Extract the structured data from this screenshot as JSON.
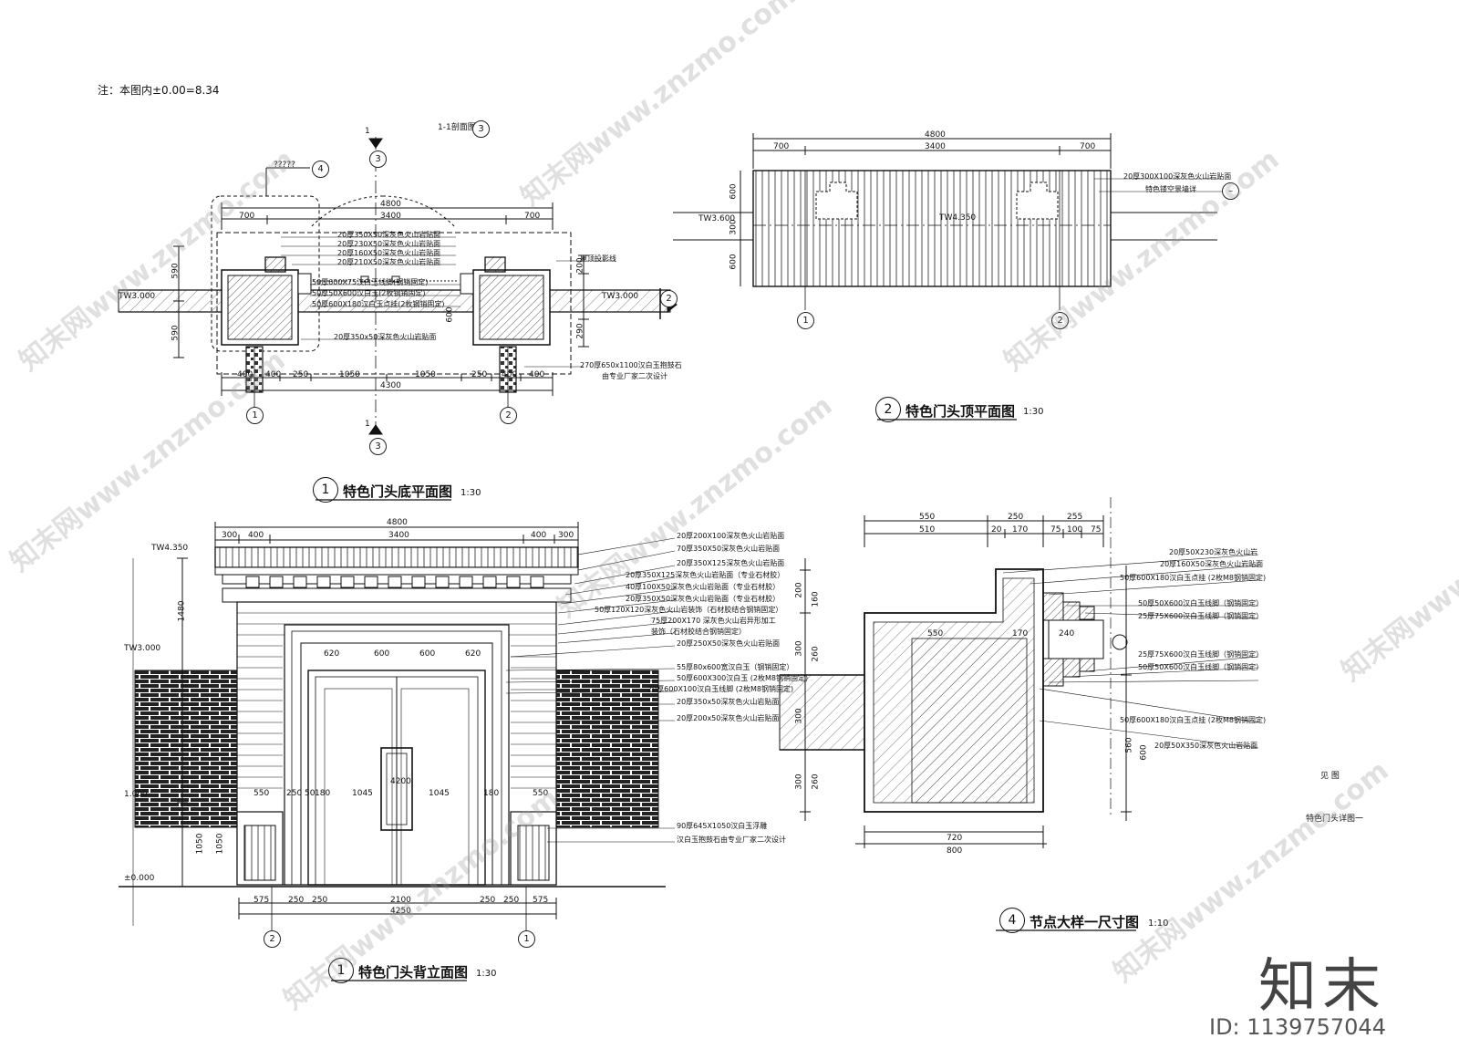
{
  "note": "注：本图内±0.00=8.34",
  "drawings": {
    "d1": {
      "num": "1",
      "title": "特色门头底平面图",
      "scale": "1:30"
    },
    "d2": {
      "num": "2",
      "title": "特色门头顶平面图",
      "scale": "1:30"
    },
    "d3": {
      "num": "1",
      "title": "特色门头背立面图",
      "scale": "1:30"
    },
    "d4": {
      "num": "4",
      "title": "节点大样一尺寸图",
      "scale": "1:10"
    }
  },
  "plan_bottom": {
    "dims_top": [
      "4800",
      "700",
      "3400",
      "700"
    ],
    "dims_bottom": [
      "400",
      "400",
      "250",
      "1050",
      "1050",
      "250",
      "400",
      "400",
      "4300"
    ],
    "dims_left": [
      "590",
      "590"
    ],
    "dims_mid": [
      "200",
      "600",
      "290"
    ],
    "levels": [
      "TW3.000",
      "TW3.000"
    ],
    "section_mark": "1",
    "section_title": "1-1剖面图",
    "labels_left": [
      "20厚350X50深灰色火山岩贴面",
      "20厚230X50深灰色火山岩贴面",
      "20厚160X50深灰色火山岩贴面",
      "20厚210X50深灰色火山岩贴面",
      "50厚600X75汉白玉线脚(钢销固定)",
      "50厚50X600汉白玉(2枚钢销固定)",
      "50厚600X180汉白玉点挂(2枚钢销固定)",
      "20厚350x50深灰色火山岩贴面"
    ],
    "label_right_1": "屋顶投影线",
    "label_right_2": "270厚650x1100汉白玉抱鼓石",
    "label_right_3": "由专业厂家二次设计",
    "callout": "?????",
    "axes": [
      "1",
      "2"
    ]
  },
  "plan_top": {
    "dims_top": [
      "4800",
      "700",
      "3400",
      "700"
    ],
    "dims_left": [
      "600",
      "300",
      "600"
    ],
    "level_left": "TW3.600",
    "level_mid": "TW4.350",
    "label_1": "20厚300X100深灰色火山岩贴面",
    "label_2": "特色镂空景墙详",
    "axes": [
      "1",
      "2"
    ]
  },
  "elevation": {
    "dims_top": [
      "4800",
      "300",
      "400",
      "3400",
      "400",
      "300"
    ],
    "dims_inner": [
      "620",
      "600",
      "600",
      "620"
    ],
    "dims_bottom": [
      "575",
      "250",
      "250",
      "2100",
      "250",
      "250",
      "575",
      "4250"
    ],
    "dims_mid_row": [
      "550",
      "250",
      "50",
      "180",
      "1045",
      "1045",
      "4200",
      "180",
      "550"
    ],
    "dims_left": [
      "1480",
      "1050",
      "1050"
    ],
    "levels": [
      "TW4.350",
      "TW3.000",
      "1.000",
      "±0.000"
    ],
    "labels": [
      "20厚200X100深灰色火山岩贴面",
      "70厚350X50深灰色火山岩贴面",
      "20厚350X125深灰色火山岩贴面",
      "20厚350X125深灰色火山岩贴面（专业石材胶）",
      "40厚100X50深灰色火山岩贴面（专业石材胶）",
      "20厚350X50深灰色火山岩贴面（专业石材胶）",
      "50厚120X120深灰色火山岩装饰（石材胶结合钢销固定）",
      "75厚200X170 深灰色火山岩异形加工",
      "装饰（石材胶结合钢销固定）",
      "20厚250X50深灰色火山岩贴面",
      "55厚80x600宽汉白玉（钢销固定）",
      "50厚600X300汉白玉 (2枚M8钢销固定)",
      "20厚600X100汉白玉线脚 (2枚M8钢销固定)",
      "20厚350x50深灰色火山岩贴面",
      "20厚200x50深灰色火山岩贴面",
      "90厚645X1050汉白玉浮雕",
      "汉白玉抱鼓石由专业厂家二次设计"
    ],
    "axes": [
      "2",
      "1"
    ]
  },
  "detail": {
    "dims_top1": [
      "550",
      "250",
      "255"
    ],
    "dims_top2": [
      "510",
      "20",
      "170",
      "75",
      "100",
      "75"
    ],
    "dims_inner": [
      "550",
      "240",
      "170"
    ],
    "dims_bottom": [
      "720",
      "800"
    ],
    "dims_left": [
      "200",
      "160",
      "300",
      "260",
      "300",
      "260",
      "300"
    ],
    "dims_right": [
      "560",
      "600"
    ],
    "labels": [
      "20厚50X230深灰色火山岩",
      "20厚160X50深灰色火山岩贴面",
      "50厚600X180汉白玉点挂 (2枚M8钢销固定)",
      "50厚50X600汉白玉线脚（钢销固定）",
      "25厚75X600汉白玉线脚（钢销固定）",
      "25厚75X600汉白玉线脚（钢销固定）",
      "50厚50X600汉白玉线脚（钢销固定）",
      "50厚600X180汉白玉点挂 (2枚M8钢销固定)",
      "20厚50X350深灰色火山岩贴面"
    ]
  },
  "side_text": {
    "see": "见 图",
    "sheet": "特色门头详图一"
  },
  "watermark": {
    "site": "知末网www.znzmo.com",
    "brand": "知末",
    "id": "ID: 1139757044"
  }
}
